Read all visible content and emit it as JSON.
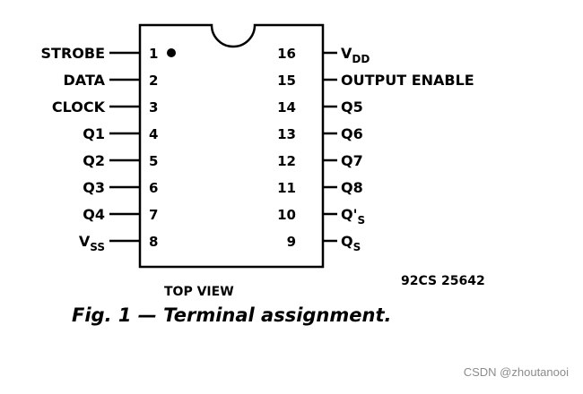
{
  "pins_left": [
    {
      "label": "STROBE",
      "number": "1"
    },
    {
      "label": "DATA",
      "number": "2"
    },
    {
      "label": "CLOCK",
      "number": "3"
    },
    {
      "label": "Q1",
      "number": "4"
    },
    {
      "label": "Q2",
      "number": "5"
    },
    {
      "label": "Q3",
      "number": "6"
    },
    {
      "label": "Q4",
      "number": "7"
    },
    {
      "label": "V",
      "sub": "SS",
      "number": "8"
    }
  ],
  "pins_right": [
    {
      "label": "V",
      "sub": "DD",
      "number": "16"
    },
    {
      "label": "OUTPUT ENABLE",
      "number": "15"
    },
    {
      "label": "Q5",
      "number": "14"
    },
    {
      "label": "Q6",
      "number": "13"
    },
    {
      "label": "Q7",
      "number": "12"
    },
    {
      "label": "Q8",
      "number": "11"
    },
    {
      "label": "Q'",
      "sub": "S",
      "number": "10"
    },
    {
      "label": "Q",
      "sub": "S",
      "number": "9"
    }
  ],
  "view_label": "TOP VIEW",
  "figure_code": "92CS 25642",
  "caption": "Fig. 1 — Terminal assignment.",
  "watermark": "CSDN @zhoutanooi"
}
